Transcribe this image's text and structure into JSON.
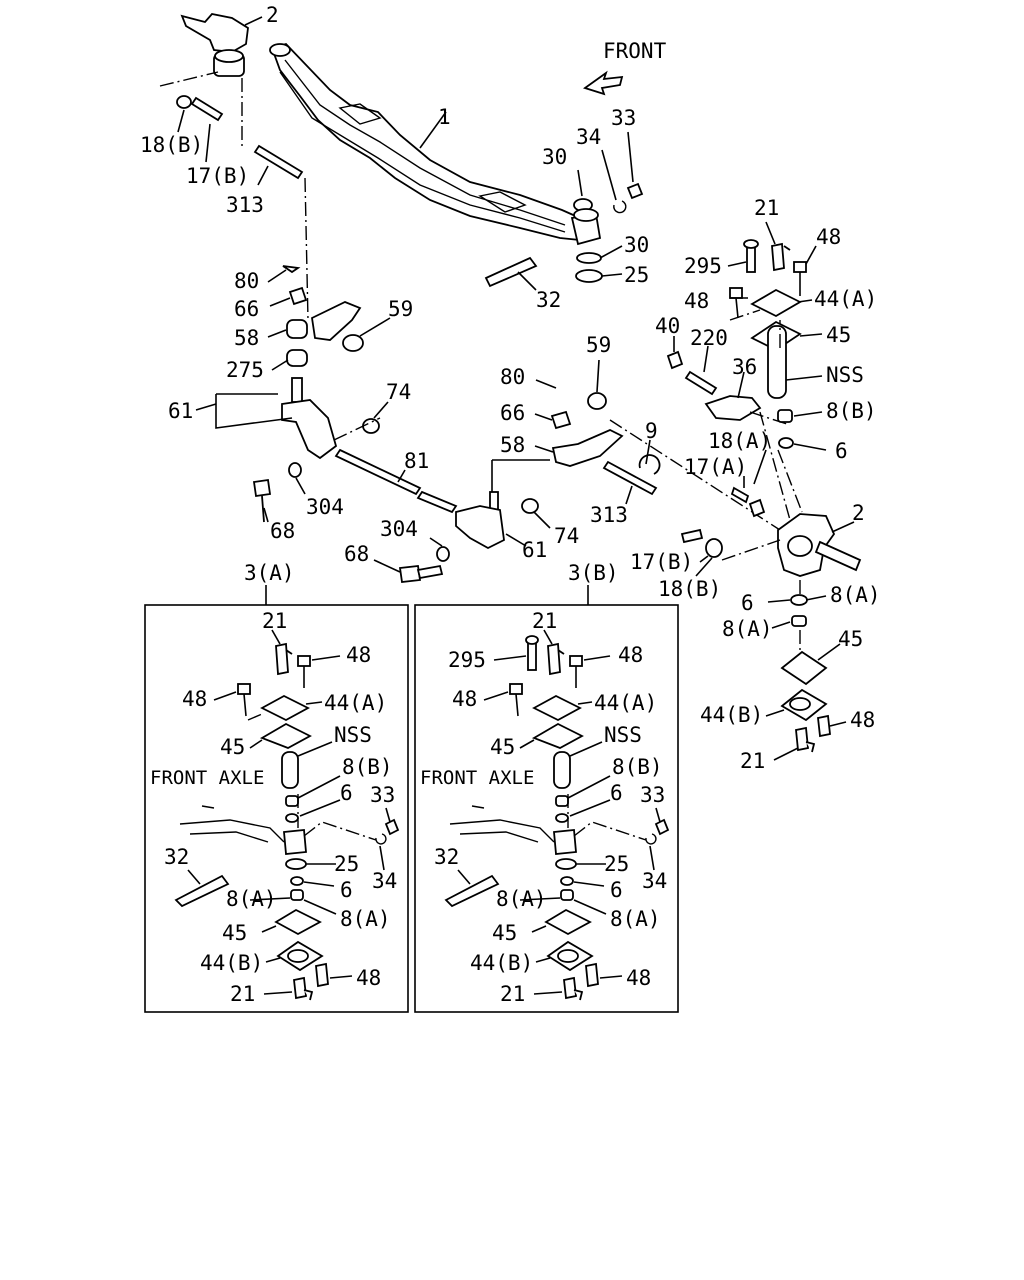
{
  "front_arrow_label": "FRONT",
  "main_labels": [
    {
      "id": "2-top",
      "text": "2"
    },
    {
      "id": "18b-left",
      "text": "18(B)"
    },
    {
      "id": "17b-left",
      "text": "17(B)"
    },
    {
      "id": "313-top",
      "text": "313"
    },
    {
      "id": "1",
      "text": "1"
    },
    {
      "id": "34-top",
      "text": "34"
    },
    {
      "id": "33-top",
      "text": "33"
    },
    {
      "id": "30-top",
      "text": "30"
    },
    {
      "id": "30-mid",
      "text": "30"
    },
    {
      "id": "25-mid",
      "text": "25"
    },
    {
      "id": "32-mid",
      "text": "32"
    },
    {
      "id": "80-left",
      "text": "80"
    },
    {
      "id": "66-left",
      "text": "66"
    },
    {
      "id": "58-left",
      "text": "58"
    },
    {
      "id": "59-left",
      "text": "59"
    },
    {
      "id": "275",
      "text": "275"
    },
    {
      "id": "61-left",
      "text": "61"
    },
    {
      "id": "74-left",
      "text": "74"
    },
    {
      "id": "81",
      "text": "81"
    },
    {
      "id": "68-left",
      "text": "68"
    },
    {
      "id": "304-left",
      "text": "304"
    },
    {
      "id": "80-mid",
      "text": "80"
    },
    {
      "id": "59-mid",
      "text": "59"
    },
    {
      "id": "66-mid",
      "text": "66"
    },
    {
      "id": "58-mid",
      "text": "58"
    },
    {
      "id": "9",
      "text": "9"
    },
    {
      "id": "313-mid",
      "text": "313"
    },
    {
      "id": "74-mid",
      "text": "74"
    },
    {
      "id": "304-mid",
      "text": "304"
    },
    {
      "id": "61-mid",
      "text": "61"
    },
    {
      "id": "68-mid",
      "text": "68"
    },
    {
      "id": "21-right",
      "text": "21"
    },
    {
      "id": "48-right-top",
      "text": "48"
    },
    {
      "id": "295-right",
      "text": "295"
    },
    {
      "id": "48-right-mid",
      "text": "48"
    },
    {
      "id": "44a-right",
      "text": "44(A)"
    },
    {
      "id": "40",
      "text": "40"
    },
    {
      "id": "220",
      "text": "220"
    },
    {
      "id": "45-right-top",
      "text": "45"
    },
    {
      "id": "36",
      "text": "36"
    },
    {
      "id": "nss-right",
      "text": "NSS"
    },
    {
      "id": "8b-right",
      "text": "8(B)"
    },
    {
      "id": "18a-right",
      "text": "18(A)"
    },
    {
      "id": "6-right-top",
      "text": "6"
    },
    {
      "id": "17a-right",
      "text": "17(A)"
    },
    {
      "id": "2-right",
      "text": "2"
    },
    {
      "id": "17b-right",
      "text": "17(B)"
    },
    {
      "id": "18b-right",
      "text": "18(B)"
    },
    {
      "id": "6-right-low",
      "text": "6"
    },
    {
      "id": "8a-right-1",
      "text": "8(A)"
    },
    {
      "id": "8a-right-2",
      "text": "8(A)"
    },
    {
      "id": "45-right-low",
      "text": "45"
    },
    {
      "id": "44b-right",
      "text": "44(B)"
    },
    {
      "id": "48-right-low",
      "text": "48"
    },
    {
      "id": "21-right-low",
      "text": "21"
    }
  ],
  "inset_a": {
    "title": "3(A)",
    "labels": [
      {
        "id": "21-t",
        "text": "21"
      },
      {
        "id": "48-t",
        "text": "48"
      },
      {
        "id": "48-l",
        "text": "48"
      },
      {
        "id": "44a",
        "text": "44(A)"
      },
      {
        "id": "45-t",
        "text": "45"
      },
      {
        "id": "nss",
        "text": "NSS"
      },
      {
        "id": "8b",
        "text": "8(B)"
      },
      {
        "id": "6-t",
        "text": "6"
      },
      {
        "id": "33",
        "text": "33"
      },
      {
        "id": "34",
        "text": "34"
      },
      {
        "id": "32",
        "text": "32"
      },
      {
        "id": "25",
        "text": "25"
      },
      {
        "id": "6-b",
        "text": "6"
      },
      {
        "id": "8a-l",
        "text": "8(A)"
      },
      {
        "id": "8a-r",
        "text": "8(A)"
      },
      {
        "id": "45-b",
        "text": "45"
      },
      {
        "id": "44b",
        "text": "44(B)"
      },
      {
        "id": "48-b",
        "text": "48"
      },
      {
        "id": "21-b",
        "text": "21"
      }
    ],
    "axle_label": "FRONT  AXLE"
  },
  "inset_b": {
    "title": "3(B)",
    "labels": [
      {
        "id": "21-t",
        "text": "21"
      },
      {
        "id": "295",
        "text": "295"
      },
      {
        "id": "48-t",
        "text": "48"
      },
      {
        "id": "48-l",
        "text": "48"
      },
      {
        "id": "44a",
        "text": "44(A)"
      },
      {
        "id": "45-t",
        "text": "45"
      },
      {
        "id": "nss",
        "text": "NSS"
      },
      {
        "id": "8b",
        "text": "8(B)"
      },
      {
        "id": "6-t",
        "text": "6"
      },
      {
        "id": "33",
        "text": "33"
      },
      {
        "id": "34",
        "text": "34"
      },
      {
        "id": "32",
        "text": "32"
      },
      {
        "id": "25",
        "text": "25"
      },
      {
        "id": "6-b",
        "text": "6"
      },
      {
        "id": "8a-l",
        "text": "8(A)"
      },
      {
        "id": "8a-r",
        "text": "8(A)"
      },
      {
        "id": "45-b",
        "text": "45"
      },
      {
        "id": "44b",
        "text": "44(B)"
      },
      {
        "id": "48-b",
        "text": "48"
      },
      {
        "id": "21-b",
        "text": "21"
      }
    ],
    "axle_label": "FRONT  AXLE"
  }
}
